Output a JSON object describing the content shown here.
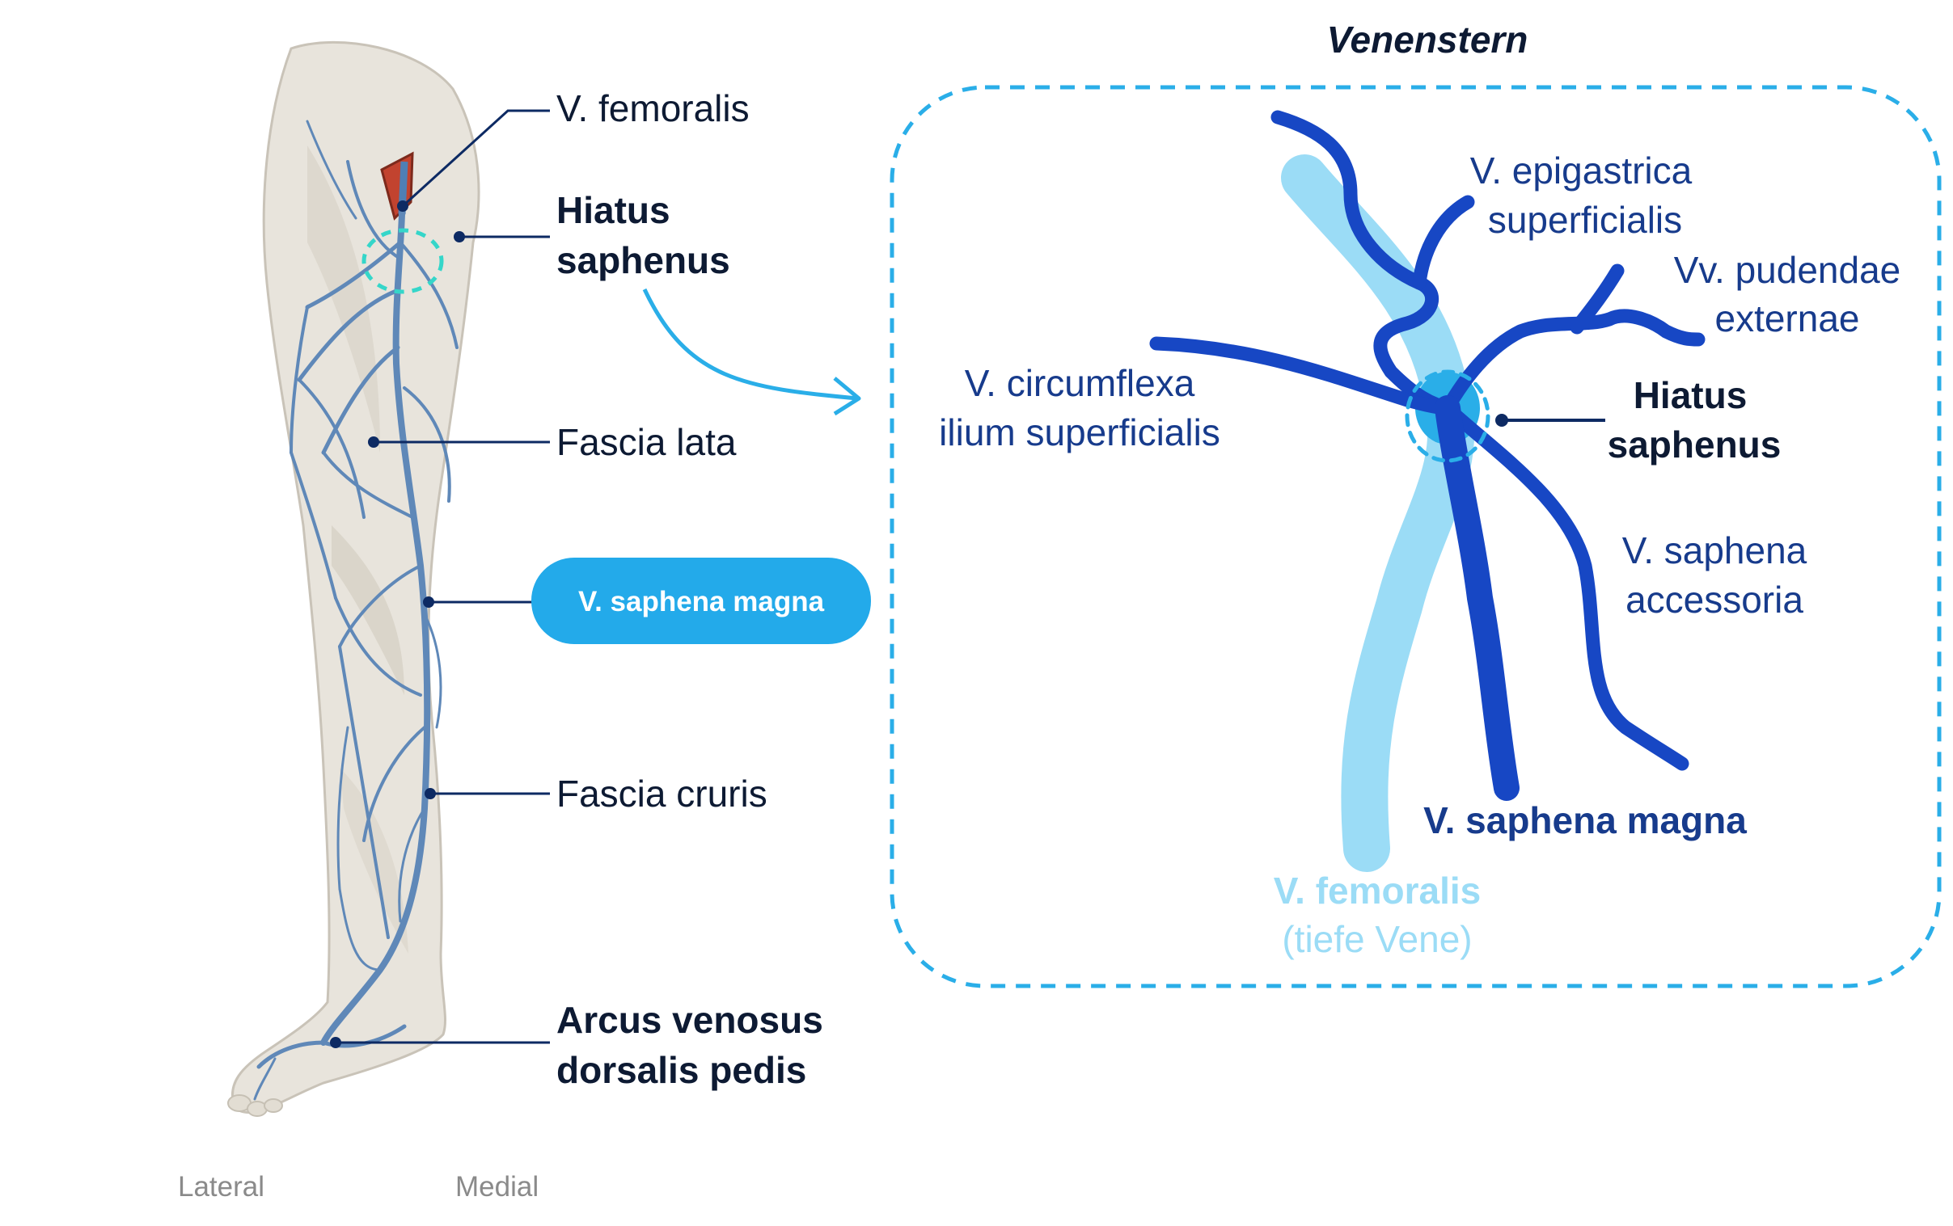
{
  "colors": {
    "dark_navy": "#0d2a63",
    "navy_text": "#173b8c",
    "deep_vein_light": "#9bdcf6",
    "saphena_blue": "#1747c4",
    "accent_cyan": "#2aaee8",
    "pill_bg": "#23aaea",
    "gray_text": "#8a8a8a",
    "leg_fill": "#e7e2da",
    "leg_vein": "#5f88b8"
  },
  "leg_labels": {
    "femoralis": "V. femoralis",
    "hiatus_line1": "Hiatus",
    "hiatus_line2": "saphenus",
    "fascia_lata": "Fascia lata",
    "saphena_pill": "V. saphena magna",
    "fascia_cruris": "Fascia cruris",
    "arcus_line1": "Arcus venosus",
    "arcus_line2": "dorsalis pedis"
  },
  "orientation": {
    "lateral": "Lateral",
    "medial": "Medial"
  },
  "venenstern": {
    "title": "Venenstern",
    "epigastrica_line1": "V. epigastrica",
    "epigastrica_line2": "superficialis",
    "pudendae_line1": "Vv. pudendae",
    "pudendae_line2": "externae",
    "circumflexa_line1": "V. circumflexa",
    "circumflexa_line2": "ilium superficialis",
    "hiatus_line1": "Hiatus",
    "hiatus_line2": "saphenus",
    "accessoria_line1": "V. saphena",
    "accessoria_line2": "accessoria",
    "saphena_magna": "V. saphena magna",
    "femoralis": "V. femoralis",
    "femoralis_sub": "(tiefe Vene)"
  }
}
